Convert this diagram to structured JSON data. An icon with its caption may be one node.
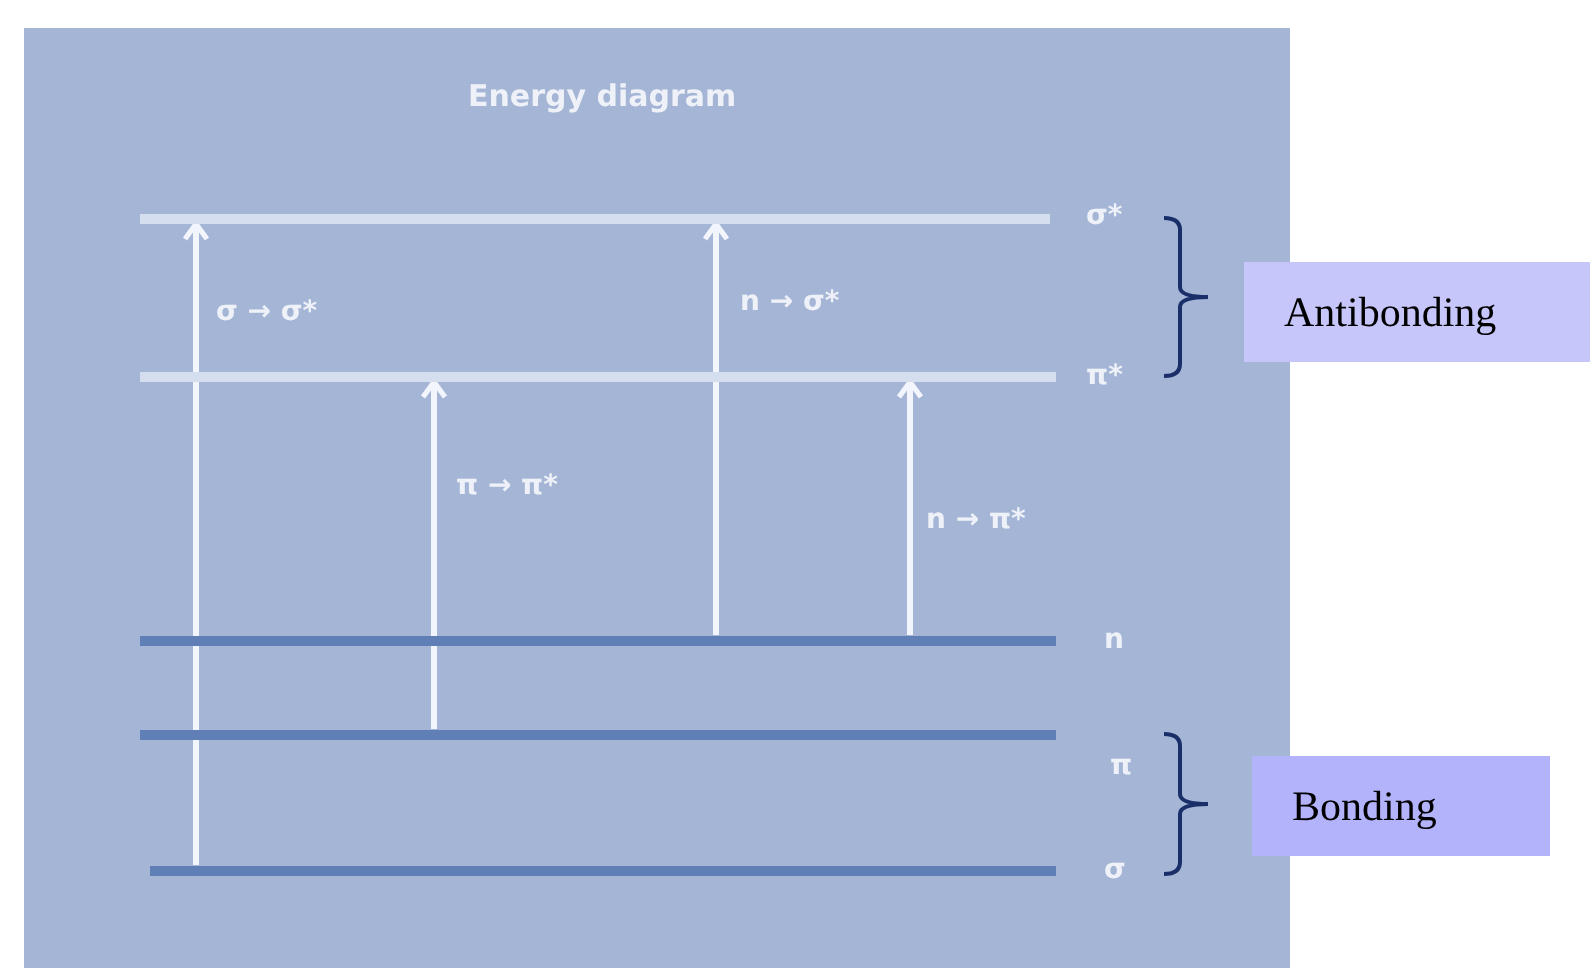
{
  "diagram": {
    "title": "Energy diagram",
    "nodes": [
      {
        "text": [],
        "shape": "bar",
        "beside": [
          "σ*"
        ]
      },
      {
        "text": [],
        "shape": "bar",
        "beside": [
          "π*"
        ]
      },
      {
        "text": [],
        "shape": "bar",
        "beside": [
          "n"
        ]
      },
      {
        "text": [],
        "shape": "bar",
        "beside": [
          "π"
        ]
      },
      {
        "text": [],
        "shape": "bar",
        "beside": [
          "σ"
        ]
      },
      {
        "text": [
          "Antibonding"
        ]
      },
      {
        "text": [
          "Bonding"
        ]
      }
    ],
    "edges": [
      {
        "from": 4,
        "to": 0,
        "arrow": "to",
        "label": "σ → σ*"
      },
      {
        "from": 3,
        "to": 1,
        "arrow": "to",
        "label": "π → π*"
      },
      {
        "from": 2,
        "to": 0,
        "arrow": "to",
        "label": "n → σ*"
      },
      {
        "from": 2,
        "to": 1,
        "arrow": "to",
        "label": "n → π*"
      }
    ]
  }
}
